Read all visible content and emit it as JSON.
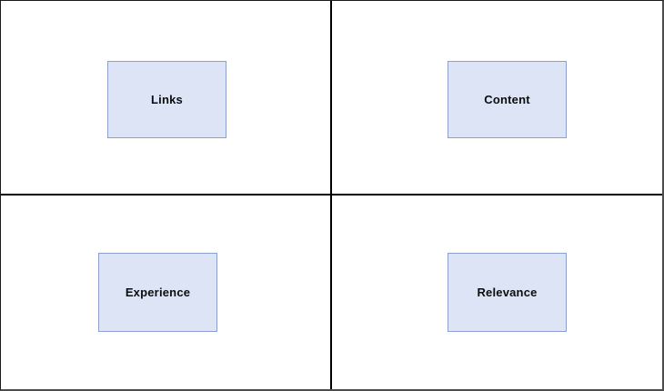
{
  "diagram": {
    "type": "quadrant-grid",
    "rows": 2,
    "cols": 2,
    "quadrants": [
      {
        "label": "Links",
        "position": "top-left"
      },
      {
        "label": "Content",
        "position": "top-right"
      },
      {
        "label": "Experience",
        "position": "bottom-left"
      },
      {
        "label": "Relevance",
        "position": "bottom-right"
      }
    ],
    "colors": {
      "box_fill": "#dde4f6",
      "box_border": "#8d9fce",
      "grid_line": "#000000",
      "background": "#ffffff"
    }
  }
}
